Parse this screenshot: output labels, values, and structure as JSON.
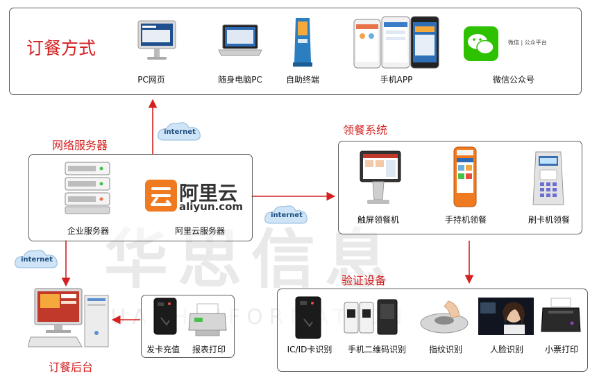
{
  "watermark": {
    "main": "华思信息",
    "sub": "HUASHINFORMATION"
  },
  "ordering": {
    "title": "订餐方式",
    "items": [
      "PC网页",
      "随身电脑PC",
      "自助终端",
      "手机APP",
      "微信公众号"
    ],
    "wechat_caption": "微信 | 公众平台"
  },
  "network": {
    "title": "网络服务器",
    "enterprise_label": "企业服务器",
    "aliyun_label": "阿里云服务器",
    "aliyun_logo_cn": "阿里云",
    "aliyun_logo_en": "aliyun.com"
  },
  "clouds": [
    "internet",
    "internet",
    "internet"
  ],
  "pickup": {
    "title": "领餐系统",
    "items": [
      "触屏领餐机",
      "手持机领餐",
      "刷卡机领餐"
    ]
  },
  "verify": {
    "title": "验证设备",
    "items": [
      "IC/ID卡识别",
      "手机二维码识别",
      "指纹识别",
      "人脸识别",
      "小票打印"
    ]
  },
  "backend": {
    "title": "订餐后台",
    "items": [
      "发卡充值",
      "报表打印"
    ]
  },
  "colors": {
    "accent": "#d42020",
    "arrow": "#d42020",
    "cloud": "#1d4f82"
  }
}
